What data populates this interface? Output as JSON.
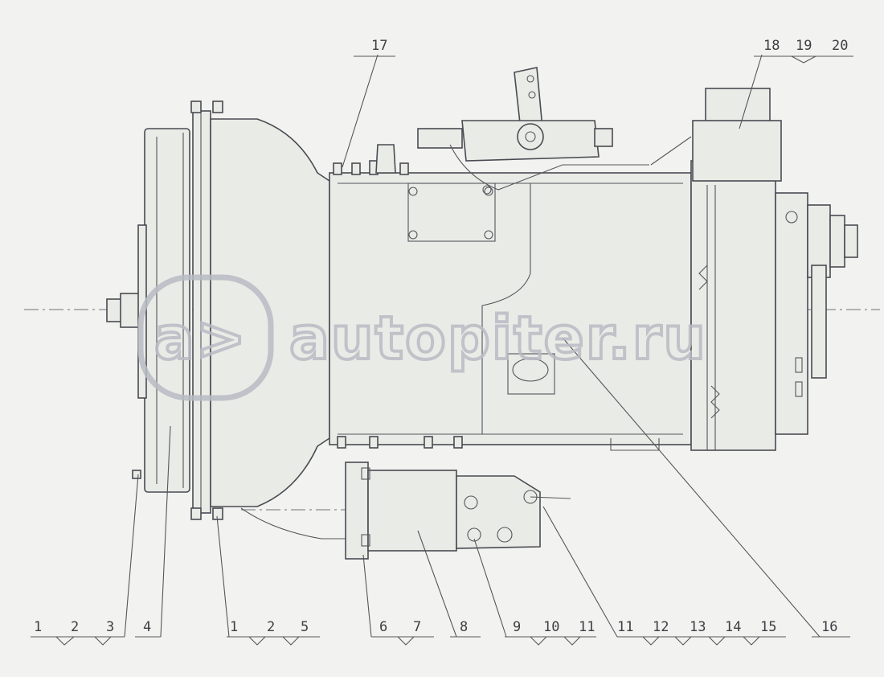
{
  "watermark": {
    "logo": "a>",
    "text": "autopiter.ru",
    "color": "#b9bcc4"
  },
  "callouts": {
    "top": [
      "17",
      "18",
      "19",
      "20"
    ],
    "bottom": [
      {
        "labels": [
          "1",
          "2",
          "3"
        ]
      },
      {
        "labels": [
          "4"
        ]
      },
      {
        "labels": [
          "1",
          "2",
          "5"
        ]
      },
      {
        "labels": [
          "6",
          "7"
        ]
      },
      {
        "labels": [
          "8"
        ]
      },
      {
        "labels": [
          "9",
          "10",
          "11"
        ]
      },
      {
        "labels": [
          "11",
          "12",
          "13",
          "14",
          "15"
        ]
      },
      {
        "labels": [
          "16"
        ]
      }
    ]
  }
}
